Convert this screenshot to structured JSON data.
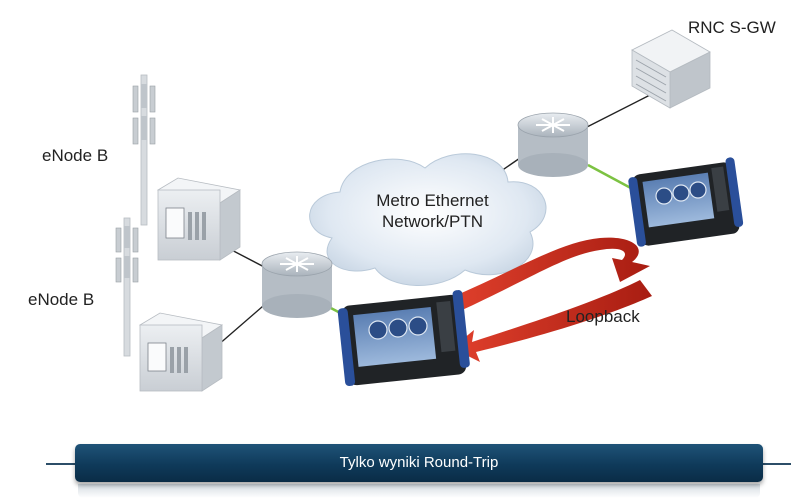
{
  "labels": {
    "rnc": "RNC S-GW",
    "enodeb_top": "eNode B",
    "enodeb_bottom": "eNode B",
    "cloud_line1": "Metro Ethernet",
    "cloud_line2": "Network/PTN",
    "loopback": "Loopback"
  },
  "banner": {
    "text": "Tylko wyniki Round-Trip"
  },
  "colors": {
    "banner": "#0f3a5a",
    "arrow": "#c0271a",
    "link_green": "#7cc242",
    "device_blue": "#2a4f9a"
  }
}
